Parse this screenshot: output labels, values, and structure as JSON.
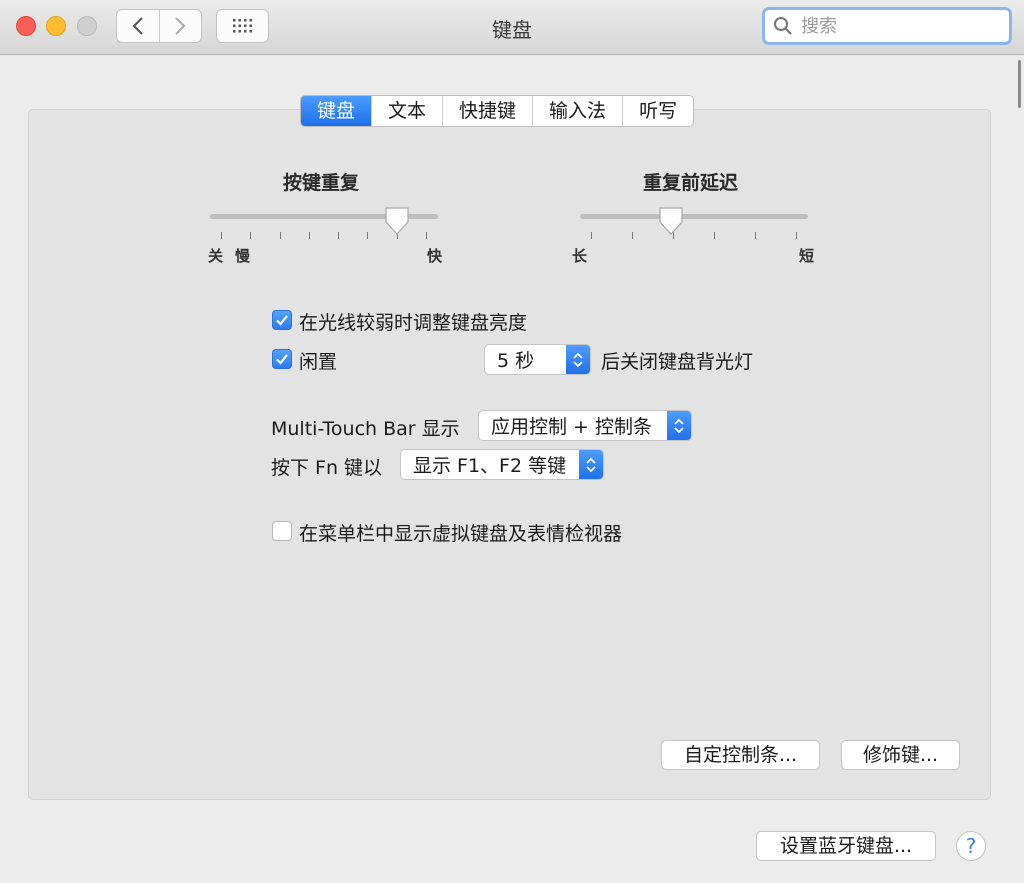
{
  "window": {
    "title": "键盘",
    "search_placeholder": "搜索"
  },
  "tabs": [
    {
      "label": "键盘",
      "active": true
    },
    {
      "label": "文本",
      "active": false
    },
    {
      "label": "快捷键",
      "active": false
    },
    {
      "label": "输入法",
      "active": false
    },
    {
      "label": "听写",
      "active": false
    }
  ],
  "key_repeat": {
    "title": "按键重复",
    "label_off": "关",
    "label_slow": "慢",
    "label_fast": "快",
    "value_fraction": 0.82
  },
  "delay_until_repeat": {
    "title": "重复前延迟",
    "label_long": "长",
    "label_short": "短",
    "value_fraction": 0.4
  },
  "options": {
    "adjust_brightness": {
      "label": "在光线较弱时调整键盘亮度",
      "checked": true
    },
    "idle": {
      "label": "闲置",
      "checked": true
    },
    "idle_value": "5 秒",
    "idle_suffix": "后关闭键盘背光灯",
    "touchbar_label": "Multi-Touch Bar 显示",
    "touchbar_value": "应用控制 + 控制条",
    "fn_label": "按下 Fn 键以",
    "fn_value": "显示 F1、F2 等键",
    "show_viewer": {
      "label": "在菜单栏中显示虚拟键盘及表情检视器",
      "checked": false
    }
  },
  "buttons": {
    "customize_control_strip": "自定控制条...",
    "modifier_keys": "修饰键...",
    "bluetooth_keyboard": "设置蓝牙键盘...",
    "help": "?"
  },
  "colors": {
    "accent": "#2b7bf0",
    "close": "#fd5f57",
    "minimize": "#febc2e"
  }
}
